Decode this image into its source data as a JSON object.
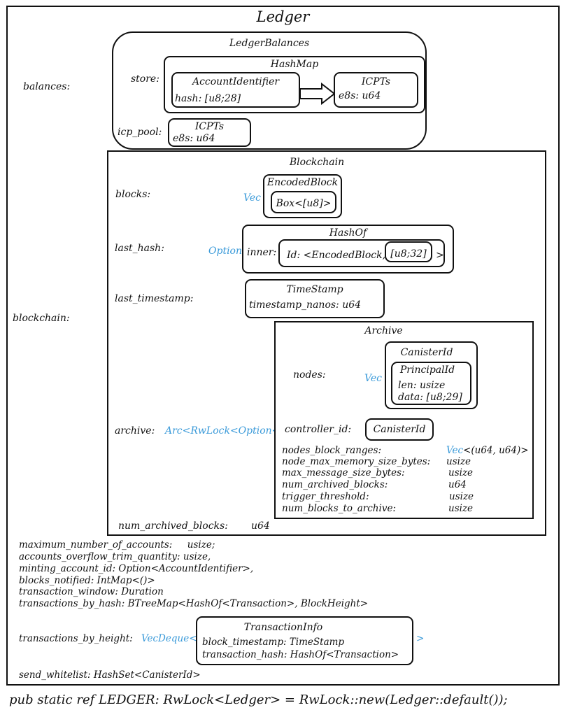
{
  "title": "Ledger",
  "footer": "pub static ref LEDGER: RwLock<Ledger> = RwLock::new(Ledger::default());",
  "balances": {
    "label": "balances:",
    "ledger_balances": {
      "title": "LedgerBalances",
      "store_label": "store:",
      "hashmap_title": "HashMap",
      "account_identifier": {
        "title": "AccountIdentifier",
        "field": "hash: [u8;28]"
      },
      "icpts": {
        "title": "ICPTs",
        "field": "e8s: u64"
      },
      "icp_pool_label": "icp_pool:",
      "icp_pool": {
        "title": "ICPTs",
        "field": "e8s: u64"
      }
    }
  },
  "blockchain": {
    "label": "blockchain:",
    "title": "Blockchain",
    "blocks": {
      "label": "blocks:",
      "wrapper": "Vec",
      "title": "EncodedBlock",
      "field": "Box<[u8]>"
    },
    "last_hash": {
      "label": "last_hash:",
      "wrapper": "Option",
      "title": "HashOf",
      "inner_label": "inner:",
      "inner_text": "Id: <EncodedBlock,",
      "inner_box": "[u8;32]",
      "inner_close": ">"
    },
    "last_timestamp": {
      "label": "last_timestamp:",
      "title": "TimeStamp",
      "field": "timestamp_nanos: u64"
    },
    "archive": {
      "label": "archive:",
      "wrapper": "Arc<RwLock<Option<",
      "title": "Archive",
      "nodes_label": "nodes:",
      "nodes_wrapper": "Vec",
      "canister_title": "CanisterId",
      "principal_title": "PrincipalId",
      "principal_len": "len: usize",
      "principal_data": "data: [u8;29]",
      "controller_label": "controller_id:",
      "controller_box": "CanisterId",
      "fields": [
        {
          "name": "nodes_block_ranges:",
          "prefix": "Vec",
          "type": "<(u64, u64)>"
        },
        {
          "name": "node_max_memory_size_bytes:",
          "prefix": "",
          "type": "usize"
        },
        {
          "name": "max_message_size_bytes:",
          "prefix": "",
          "type": "usize"
        },
        {
          "name": "num_archived_blocks:",
          "prefix": "",
          "type": "u64"
        },
        {
          "name": "trigger_threshold:",
          "prefix": "",
          "type": "usize"
        },
        {
          "name": "num_blocks_to_archive:",
          "prefix": "",
          "type": "usize"
        }
      ]
    },
    "num_archived_blocks": {
      "label": "num_archived_blocks:",
      "type": "u64"
    }
  },
  "fields": [
    "maximum_number_of_accounts:     usize;",
    "accounts_overflow_trim_quantity: usize,",
    "minting_account_id: Option<AccountIdentifier>,",
    "blocks_notified: IntMap<()>",
    "transaction_window: Duration",
    "transactions_by_hash: BTreeMap<HashOf<Transaction>, BlockHeight>"
  ],
  "transactions_by_height": {
    "label": "transactions_by_height:",
    "wrapper": "VecDeque<",
    "close": ">",
    "title": "TransactionInfo",
    "field1": "block_timestamp: TimeStamp",
    "field2": "transaction_hash: HashOf<Transaction>"
  },
  "send_whitelist": "send_whitelist: HashSet<CanisterId>",
  "colors": {
    "accent": "#3a9ad9",
    "stroke": "#111111"
  }
}
